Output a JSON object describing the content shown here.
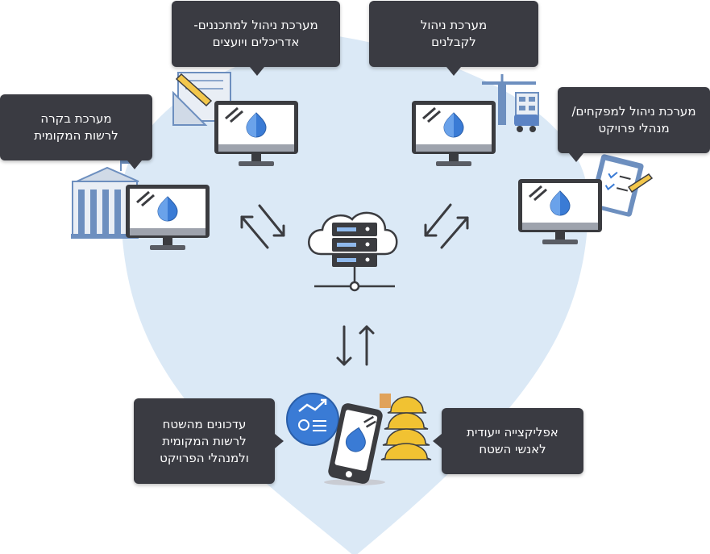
{
  "labels": {
    "planners": [
      "מערכת ניהול למתכננים-",
      "אדריכלים ויועצים"
    ],
    "contractors": [
      "מערכת ניהול",
      "לקבלנים"
    ],
    "local_authority": [
      "מערכת בקרה",
      "לרשות המקומית"
    ],
    "supervisors": [
      "מערכת ניהול למפקחים/",
      "מנהלי פרויקט"
    ],
    "field_updates": [
      "עדכונים מהשטח",
      "לרשות המקומית",
      "ולמנהלי הפרויקט"
    ],
    "field_app": [
      "אפליקצייה ייעודית",
      "לאנשי השטח"
    ]
  },
  "colors": {
    "background_shape": "#dbe9f6",
    "bubble": "#3a3b42",
    "bubble_text": "#ffffff",
    "monitor_frame": "#3b3c40",
    "accent_blue": "#3a7bd5",
    "arrow": "#3b3c40"
  },
  "icons": {
    "hub": "cloud-server-icon",
    "arrows": "bidirectional-arrows-icon",
    "monitor": "computer-monitor-icon",
    "phone": "smartphone-icon"
  }
}
